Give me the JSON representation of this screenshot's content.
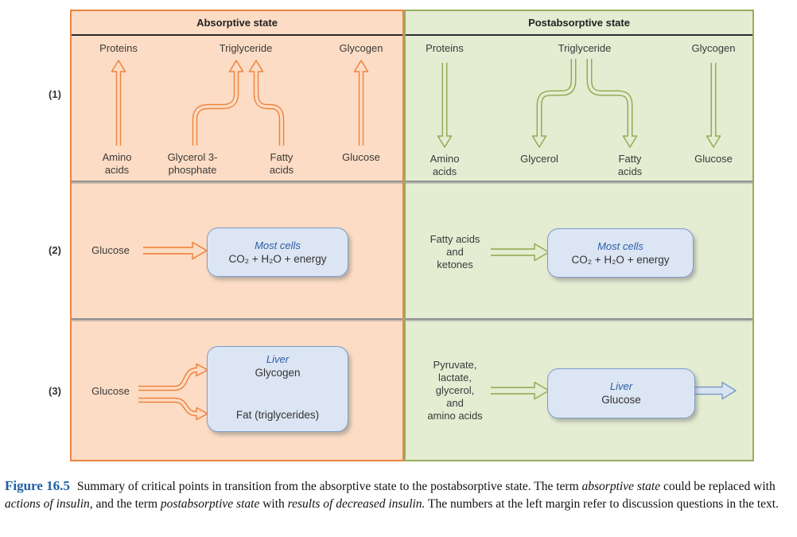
{
  "figure": {
    "margin_labels": [
      "(1)",
      "(2)",
      "(3)"
    ],
    "columns": {
      "absorptive": {
        "header": "Absorptive state",
        "row1": {
          "top": [
            "Proteins",
            "Triglyceride",
            "Glycogen"
          ],
          "bottom": [
            [
              "Amino",
              "acids"
            ],
            [
              "Glycerol 3-",
              "phosphate"
            ],
            [
              "Fatty",
              "acids"
            ],
            [
              "Glucose"
            ]
          ]
        },
        "row2": {
          "source": [
            "Glucose"
          ],
          "box": {
            "title": "Most cells",
            "lines": [
              "CO₂ + H₂O + energy"
            ]
          }
        },
        "row3": {
          "source": [
            "Glucose"
          ],
          "box": {
            "title": "Liver",
            "lines": [
              "Glycogen",
              "Fat (triglycerides)"
            ]
          }
        }
      },
      "postabsorptive": {
        "header": "Postabsorptive state",
        "row1": {
          "top": [
            "Proteins",
            "Triglyceride",
            "Glycogen"
          ],
          "bottom": [
            [
              "Amino",
              "acids"
            ],
            [
              "Glycerol"
            ],
            [
              "Fatty",
              "acids"
            ],
            [
              "Glucose"
            ]
          ]
        },
        "row2": {
          "source": [
            "Fatty acids",
            "and",
            "ketones"
          ],
          "box": {
            "title": "Most cells",
            "lines": [
              "CO₂ + H₂O + energy"
            ]
          }
        },
        "row3": {
          "source": [
            "Pyruvate,",
            "lactate,",
            "glycerol,",
            "and",
            "amino acids"
          ],
          "box": {
            "title": "Liver",
            "lines": [
              "Glucose"
            ]
          }
        }
      }
    }
  },
  "caption": {
    "label": "Figure 16.5",
    "segments": [
      {
        "t": "Summary of critical points in transition from the absorptive state to the postabsorptive state. The term "
      },
      {
        "t": "absorptive state"
      },
      {
        "t": " could be replaced with "
      },
      {
        "t": "actions of insulin,"
      },
      {
        "t": " and the term "
      },
      {
        "t": "postabsorptive state"
      },
      {
        "t": " with "
      },
      {
        "t": "results of decreased insulin."
      },
      {
        "t": " The numbers at the left margin refer to discussion questions in the text."
      }
    ]
  },
  "colors": {
    "absorptive_bg": "#fcdcc4",
    "absorptive_border": "#ec8440",
    "absorptive_arrow": "#f0813f",
    "postabsorptive_bg": "#e4ecd2",
    "postabsorptive_border": "#9aad60",
    "postabsorptive_arrow": "#93ac57",
    "box_fill": "#dbe5f3",
    "box_border": "#7d9bcb",
    "box_title_text": "#2e5ea6",
    "output_arrow_fill": "#d9e4f3",
    "figure_label_text": "#1d5fa5"
  }
}
